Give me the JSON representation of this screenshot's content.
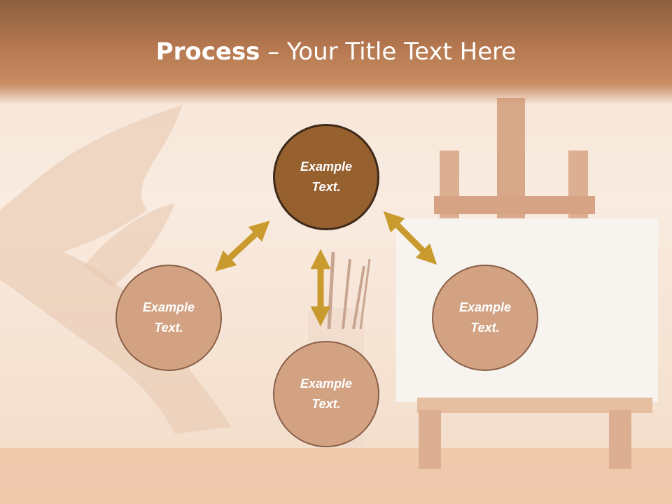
{
  "title": {
    "bold": "Process",
    "rest": "– Your Title Text Here"
  },
  "nodes": [
    {
      "id": "top",
      "line1": "Example",
      "line2": "Text."
    },
    {
      "id": "left",
      "line1": "Example",
      "line2": "Text."
    },
    {
      "id": "right",
      "line1": "Example",
      "line2": "Text."
    },
    {
      "id": "bottom",
      "line1": "Example",
      "line2": "Text."
    }
  ],
  "colors": {
    "center_fill": "#96602f",
    "outer_fill": "#d2a282",
    "arrow": "#c99a2e",
    "header": "#b57850"
  }
}
